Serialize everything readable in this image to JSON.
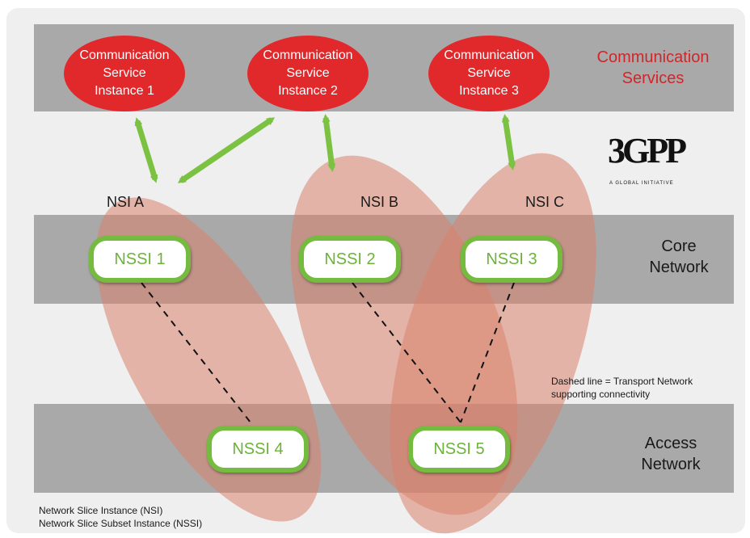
{
  "services": [
    {
      "line1": "Communication",
      "line2": "Service",
      "line3": "Instance 1"
    },
    {
      "line1": "Communication",
      "line2": "Service",
      "line3": "Instance 2"
    },
    {
      "line1": "Communication",
      "line2": "Service",
      "line3": "Instance 3"
    }
  ],
  "layers": {
    "communication_services": {
      "line1": "Communication",
      "line2": "Services"
    },
    "core_network": {
      "line1": "Core",
      "line2": "Network"
    },
    "access_network": {
      "line1": "Access",
      "line2": "Network"
    }
  },
  "nsi_labels": [
    "NSI A",
    "NSI B",
    "NSI C"
  ],
  "nssi_labels": [
    "NSSI 1",
    "NSSI 2",
    "NSSI 3",
    "NSSI 4",
    "NSSI 5"
  ],
  "logo": {
    "mark": "3GPP",
    "tagline": "A GLOBAL INITIATIVE"
  },
  "notes": {
    "dashed_line_1": "Dashed line = Transport Network",
    "dashed_line_2": "supporting connectivity",
    "legend_1": "Network Slice Instance (NSI)",
    "legend_2": "Network Slice Subset Instance (NSSI)"
  },
  "colors": {
    "service_red": "#e1282b",
    "nssi_green": "#74bb3f",
    "arrow_green": "#7cc242",
    "slice_fill": "#d9826c",
    "band_gray": "#a9a9a9"
  }
}
